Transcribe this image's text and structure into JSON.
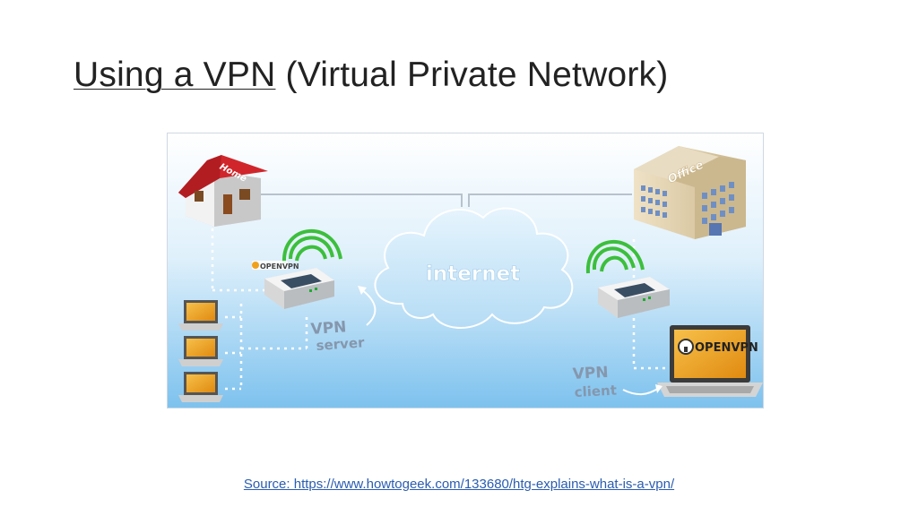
{
  "title": {
    "part_underlined": "Using a VPN",
    "part_rest": " (Virtual Private Network)"
  },
  "diagram": {
    "home_sign": "Home",
    "office_sign": "Office",
    "internet_label": "internet",
    "openvpn_logo_small": "OPENVPN",
    "openvpn_logo_laptop": "OPENVPN",
    "vpn_server_label_line1": "VPN",
    "vpn_server_label_line2": "server",
    "vpn_client_label_line1": "VPN",
    "vpn_client_label_line2": "client"
  },
  "source": {
    "text": "Source: https://www.howtogeek.com/133680/htg-explains-what-is-a-vpn/"
  },
  "colors": {
    "title_text": "#222222",
    "link": "#2a5db0",
    "diagram_bg_top": "#ffffff",
    "diagram_bg_bottom": "#7fc3f0",
    "cloud": "#cde9fb",
    "signal_green": "#3cbf3c",
    "roof_red": "#d0262b",
    "laptop_screen_orange": "#f0a11c"
  }
}
